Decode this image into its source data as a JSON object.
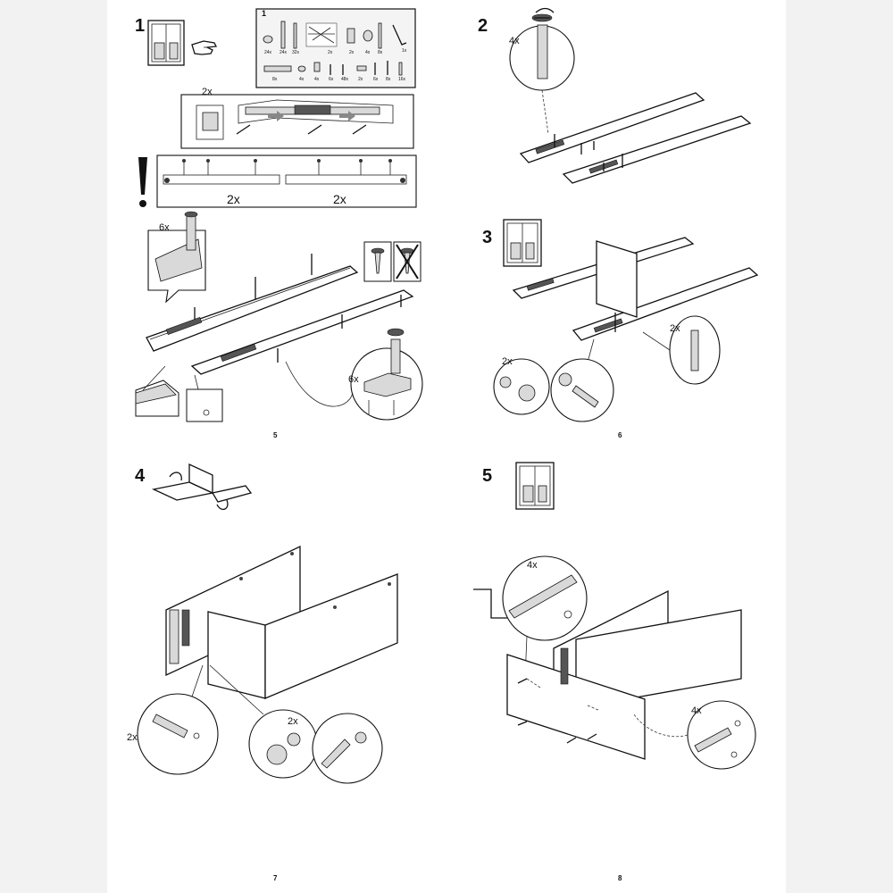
{
  "steps": [
    {
      "number": "1"
    },
    {
      "number": "2"
    },
    {
      "number": "3"
    },
    {
      "number": "4"
    },
    {
      "number": "5"
    }
  ],
  "pages": {
    "top_left": "5",
    "top_right": "6",
    "bottom_left": "7",
    "bottom_right": "8"
  },
  "parts_box": {
    "label": "1",
    "row1_counts": [
      "24x",
      "24x",
      "32x",
      "2x",
      "2x",
      "4x",
      "8x",
      "1x"
    ],
    "row2_counts": [
      "8x",
      "4x",
      "4x",
      "6x",
      "48x",
      "2x",
      "6x",
      "8x",
      "16x"
    ]
  },
  "quantities": {
    "rail_pairs": "2x",
    "rail_left": "2x",
    "rail_right": "2x",
    "screw_detail": "6x",
    "cam_detail": "6x",
    "step2_dowels": "4x",
    "step3_dowel": "2x",
    "step3_cam": "2x",
    "step4_dowel": "2x",
    "step4_cam": "2x",
    "step5_bolt": "4x",
    "step5_dowel": "4x"
  },
  "icons": [
    "hand-pointing-icon",
    "warning-exclamation-icon",
    "screw-allowed-icon",
    "screw-not-allowed-icon"
  ]
}
